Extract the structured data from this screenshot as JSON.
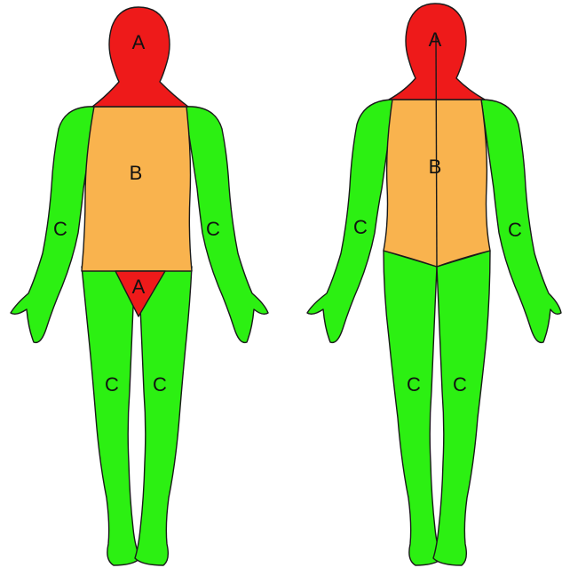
{
  "colors": {
    "zone_a": "#ee1a1a",
    "zone_b": "#f9b34e",
    "zone_c": "#2cf012",
    "outline": "#1a1a1a",
    "background": "#ffffff"
  },
  "front_view": {
    "head_label": "A",
    "torso_label": "B",
    "left_arm_label": "C",
    "right_arm_label": "C",
    "groin_label": "A",
    "left_leg_label": "C",
    "right_leg_label": "C"
  },
  "back_view": {
    "head_label": "A",
    "torso_label": "B",
    "left_arm_label": "C",
    "right_arm_label": "C",
    "left_leg_label": "C",
    "right_leg_label": "C"
  }
}
